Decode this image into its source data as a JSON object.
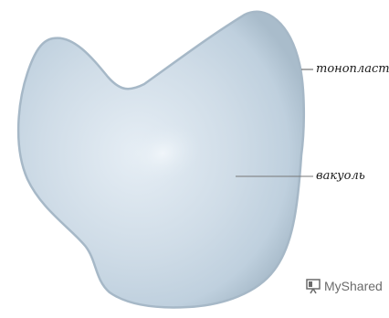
{
  "diagram": {
    "labels": {
      "tonoplast": "тонопласт",
      "vacuole": "вакуоль"
    },
    "colors": {
      "fill": "#c9d8e4",
      "rim": "#a7b9c8",
      "highlight": "#e8f0f6",
      "leader": "#6c6c6c"
    }
  },
  "watermark": {
    "text": "MyShared",
    "icon": "presentation-board-icon"
  }
}
